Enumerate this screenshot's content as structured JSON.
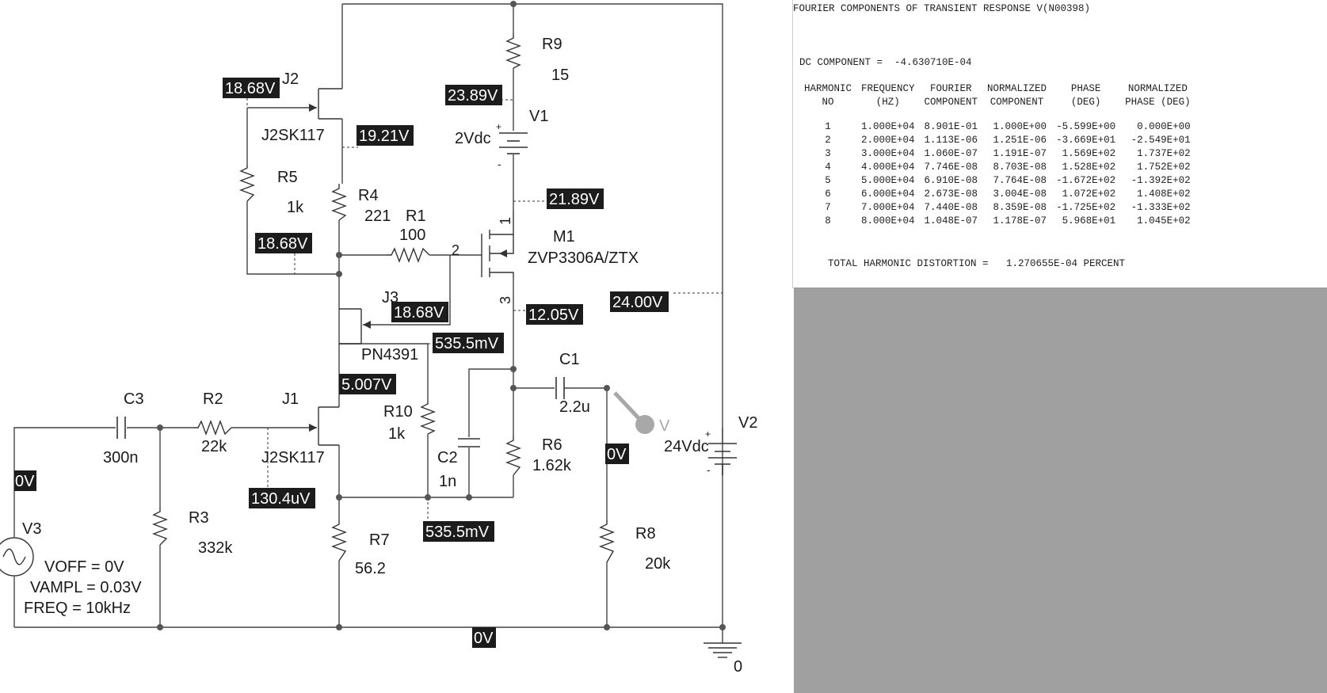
{
  "schematic": {
    "components": {
      "r9": {
        "ref": "R9",
        "value": "15"
      },
      "v1": {
        "ref": "V1",
        "value": "2Vdc"
      },
      "j2": {
        "ref": "J2",
        "model": "J2SK117"
      },
      "r5": {
        "ref": "R5",
        "value": "1k"
      },
      "r4": {
        "ref": "R4",
        "value": "221"
      },
      "r1": {
        "ref": "R1",
        "value": "100"
      },
      "m1": {
        "ref": "M1",
        "model": "ZVP3306A/ZTX"
      },
      "j3": {
        "ref": "J3",
        "model": "PN4391"
      },
      "c1": {
        "ref": "C1",
        "value": "2.2u"
      },
      "c3": {
        "ref": "C3",
        "value": "300n"
      },
      "r2": {
        "ref": "R2",
        "value": "22k"
      },
      "j1": {
        "ref": "J1",
        "model": "J2SK117"
      },
      "r10": {
        "ref": "R10",
        "value": "1k"
      },
      "c2": {
        "ref": "C2",
        "value": "1n"
      },
      "r6": {
        "ref": "R6",
        "value": "1.62k"
      },
      "r3": {
        "ref": "R3",
        "value": "332k"
      },
      "r7": {
        "ref": "R7",
        "value": "56.2"
      },
      "r8": {
        "ref": "R8",
        "value": "20k"
      },
      "v2": {
        "ref": "V2",
        "value": "24Vdc"
      },
      "v3": {
        "ref": "V3",
        "voff": "VOFF = 0V",
        "vampl": "VAMPL = 0.03V",
        "freq": "FREQ = 10kHz"
      },
      "ground": {
        "label": "0"
      }
    },
    "pins": {
      "m1_pin1": "1",
      "m1_pin2": "2",
      "m1_pin3": "3"
    },
    "probe_label": "V",
    "voltage_labels": {
      "j2_gate": "18.68V",
      "r9_bottom": "23.89V",
      "j2_source": "19.21V",
      "m1_source": "21.89V",
      "r5_bottom": "18.68V",
      "j3_gate": "18.68V",
      "m1_drain": "12.05V",
      "supply": "24.00V",
      "j3_source": "535.5mV",
      "j1_drain": "5.007V",
      "input": "0V",
      "j1_gate": "130.4uV",
      "j1_source": "535.5mV",
      "output": "0V",
      "ground": "0V"
    }
  },
  "fourier": {
    "title": "FOURIER COMPONENTS OF TRANSIENT RESPONSE V(N00398)",
    "dc_component": "DC COMPONENT =  -4.630710E-04",
    "headers": [
      [
        "HARMONIC",
        "NO"
      ],
      [
        "FREQUENCY",
        "(HZ)"
      ],
      [
        "FOURIER",
        "COMPONENT"
      ],
      [
        "NORMALIZED",
        "COMPONENT"
      ],
      [
        "PHASE",
        "(DEG)"
      ],
      [
        "NORMALIZED",
        "PHASE (DEG)"
      ]
    ],
    "rows": [
      [
        "1",
        "1.000E+04",
        "8.901E-01",
        "1.000E+00",
        "-5.599E+00",
        "0.000E+00"
      ],
      [
        "2",
        "2.000E+04",
        "1.113E-06",
        "1.251E-06",
        "-3.669E+01",
        "-2.549E+01"
      ],
      [
        "3",
        "3.000E+04",
        "1.060E-07",
        "1.191E-07",
        "1.569E+02",
        "1.737E+02"
      ],
      [
        "4",
        "4.000E+04",
        "7.746E-08",
        "8.703E-08",
        "1.528E+02",
        "1.752E+02"
      ],
      [
        "5",
        "5.000E+04",
        "6.910E-08",
        "7.764E-08",
        "-1.672E+02",
        "-1.392E+02"
      ],
      [
        "6",
        "6.000E+04",
        "2.673E-08",
        "3.004E-08",
        "1.072E+02",
        "1.408E+02"
      ],
      [
        "7",
        "7.000E+04",
        "7.440E-08",
        "8.359E-08",
        "-1.725E+02",
        "-1.333E+02"
      ],
      [
        "8",
        "8.000E+04",
        "1.048E-07",
        "1.178E-07",
        "5.968E+01",
        "1.045E+02"
      ]
    ],
    "thd": "TOTAL HARMONIC DISTORTION =   1.270655E-04 PERCENT"
  }
}
